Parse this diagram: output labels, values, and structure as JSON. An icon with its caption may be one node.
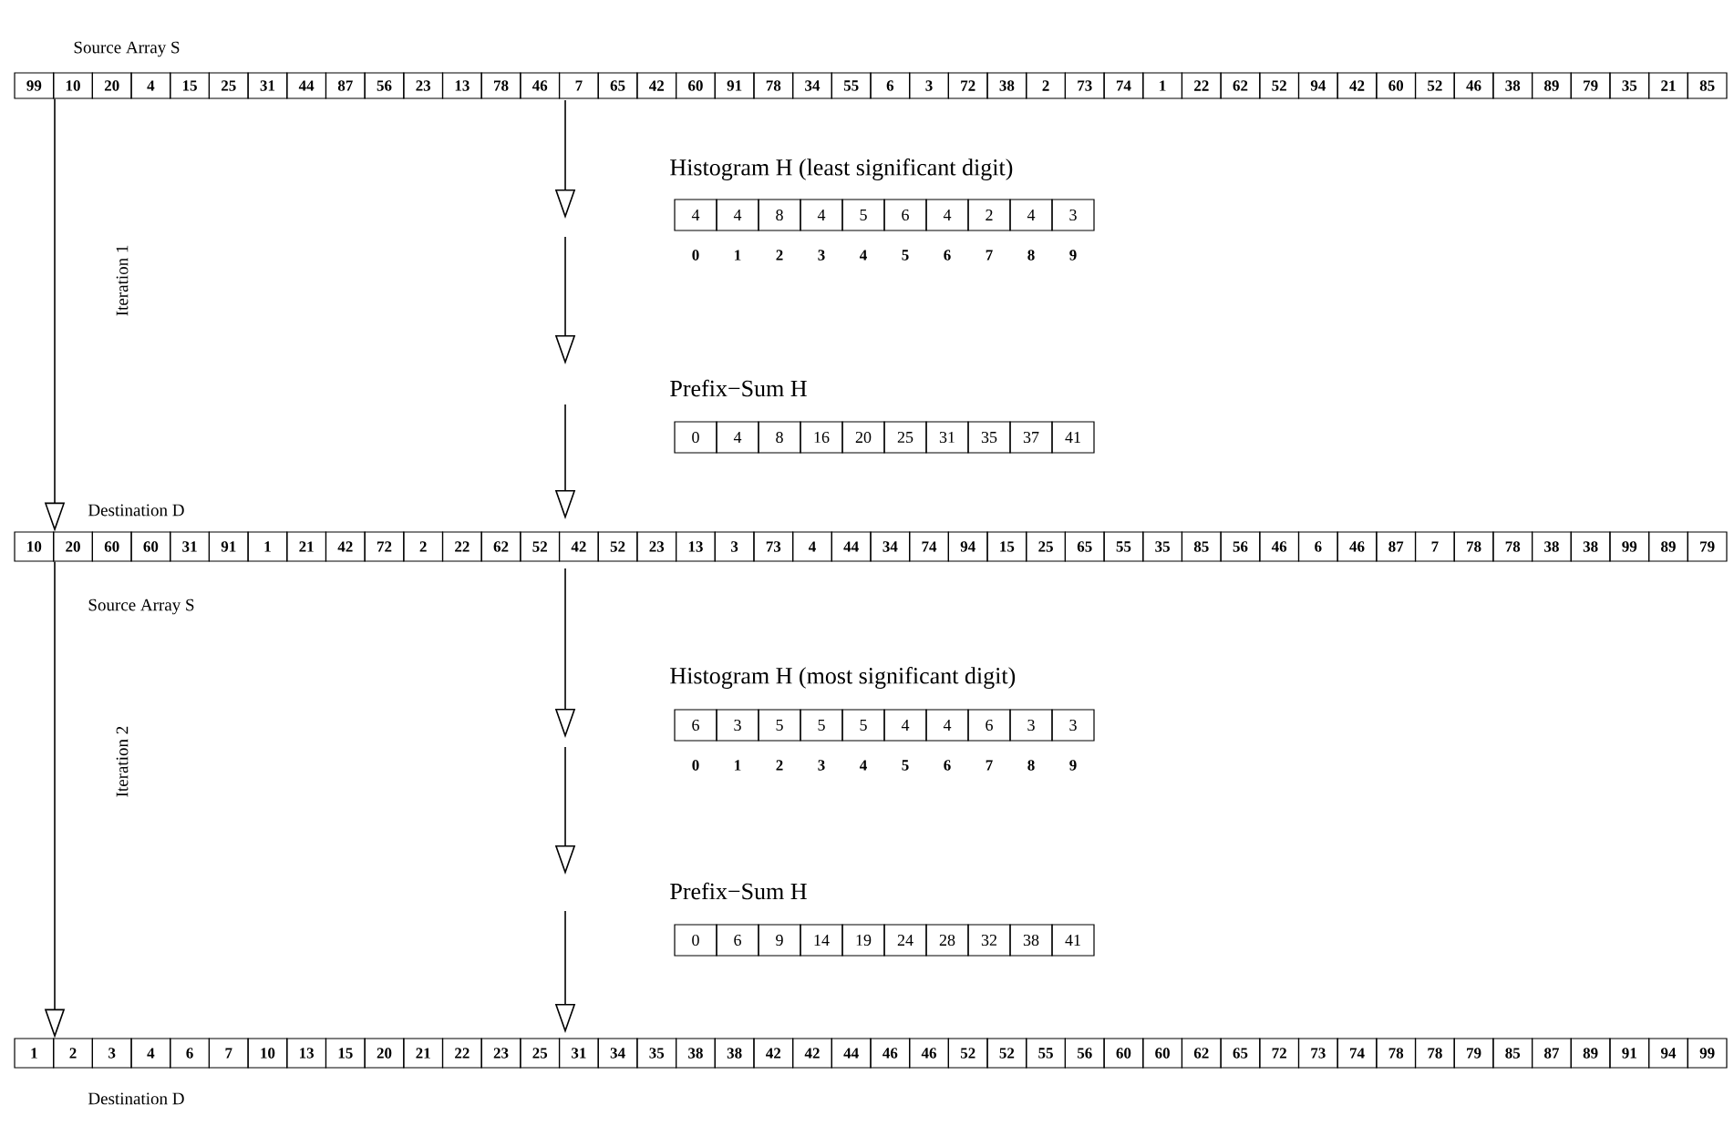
{
  "diagram": {
    "nodes": [
      {
        "text": [
          "Source Array S",
          "99",
          "10",
          "20",
          "4",
          "15",
          "25",
          "31",
          "44",
          "87",
          "56",
          "23",
          "13",
          "78",
          "46",
          "7",
          "65",
          "42",
          "60",
          "91",
          "78",
          "34",
          "55",
          "6",
          "3",
          "72",
          "38",
          "2",
          "73",
          "74",
          "1",
          "22",
          "62",
          "52",
          "94",
          "42",
          "60",
          "52",
          "46",
          "38",
          "89",
          "79",
          "35",
          "21",
          "85"
        ]
      },
      {
        "text": [
          "Histogram H (least significant digit)",
          "4",
          "4",
          "8",
          "4",
          "5",
          "6",
          "4",
          "2",
          "4",
          "3"
        ]
      },
      {
        "text": [
          "Prefix−Sum H",
          "0",
          "4",
          "8",
          "16",
          "20",
          "25",
          "31",
          "35",
          "37",
          "41"
        ]
      },
      {
        "text": [
          "Destination D",
          "10",
          "20",
          "60",
          "60",
          "31",
          "91",
          "1",
          "21",
          "42",
          "72",
          "2",
          "22",
          "62",
          "52",
          "42",
          "52",
          "23",
          "13",
          "3",
          "73",
          "4",
          "44",
          "34",
          "74",
          "94",
          "15",
          "25",
          "65",
          "55",
          "35",
          "85",
          "56",
          "46",
          "6",
          "46",
          "87",
          "7",
          "78",
          "78",
          "38",
          "38",
          "99",
          "89",
          "79",
          "Source Array S"
        ]
      },
      {
        "text": [
          "Histogram H (most significant digit)",
          "6",
          "3",
          "5",
          "5",
          "5",
          "4",
          "4",
          "6",
          "3",
          "3"
        ]
      },
      {
        "text": [
          "Prefix−Sum H",
          "0",
          "6",
          "9",
          "14",
          "19",
          "24",
          "28",
          "32",
          "38",
          "41"
        ]
      },
      {
        "text": [
          "1",
          "2",
          "3",
          "4",
          "6",
          "7",
          "10",
          "13",
          "15",
          "20",
          "21",
          "22",
          "23",
          "25",
          "31",
          "34",
          "35",
          "38",
          "38",
          "42",
          "42",
          "44",
          "46",
          "46",
          "52",
          "52",
          "55",
          "56",
          "60",
          "60",
          "62",
          "65",
          "72",
          "73",
          "74",
          "78",
          "78",
          "79",
          "85",
          "87",
          "89",
          "91",
          "94",
          "99",
          "Destination D"
        ]
      }
    ],
    "edges": [
      {
        "from": 0,
        "to": 3,
        "arrow": "to",
        "label": "Iteration 1"
      },
      {
        "from": 3,
        "to": 6,
        "arrow": "to",
        "label": "Iteration 2"
      }
    ],
    "labels": [
      "0",
      "1",
      "2",
      "3",
      "4",
      "5",
      "6",
      "7",
      "8",
      "9",
      "0",
      "1",
      "2",
      "3",
      "4",
      "5",
      "6",
      "7",
      "8",
      "9"
    ]
  }
}
